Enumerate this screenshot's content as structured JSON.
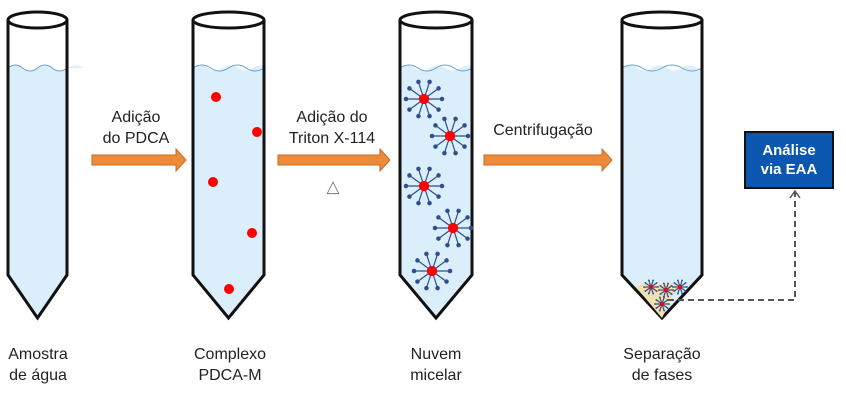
{
  "steps": [
    {
      "caption_line1": "Amostra",
      "caption_line2": "de água"
    },
    {
      "caption_line1": "Complexo",
      "caption_line2": "PDCA-M"
    },
    {
      "caption_line1": "Nuvem",
      "caption_line2": "micelar"
    },
    {
      "caption_line1": "Separação",
      "caption_line2": "de fases"
    }
  ],
  "arrows": [
    {
      "line1": "Adição",
      "line2": "do PDCA"
    },
    {
      "line1": "Adição do",
      "line2": "Triton X-114",
      "symbol": "△"
    },
    {
      "line1": "Centrifugação"
    }
  ],
  "result_box": {
    "line1": "Análise",
    "line2": "via EAA"
  },
  "colors": {
    "liquid": "#dbeefb",
    "arrow": "#ed8b3a",
    "box": "#0b57b0",
    "metal": "#ff0000",
    "surfactant": "#2d4f8e",
    "phase": "#f5dfae"
  }
}
